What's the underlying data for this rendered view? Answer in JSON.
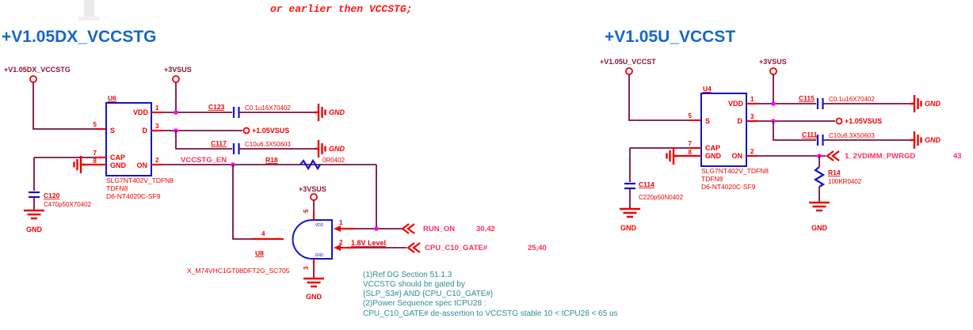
{
  "top_note": "or earlier then VCCSTG;",
  "colors": {
    "wire": "#7a1040",
    "component_red": "#ee0000",
    "net_pink": "#ff2e63",
    "symbol_blue": "#1414cc",
    "title_blue": "#1667c8",
    "note_teal": "#2f8c96",
    "junction_magenta": "#ff00ff"
  },
  "left": {
    "title": "+V1.05DX_VCCSTG",
    "terminal_label": "+V1.05DX_VCCSTG",
    "vsus_label": "+3VSUS",
    "vsus_out": "+1.05VSUS",
    "chip": {
      "ref": "U6",
      "vdd": "VDD",
      "s": "S",
      "d": "D",
      "cap": "CAP",
      "gnd": "GND",
      "on": "ON",
      "n1": "1",
      "n2": "2",
      "n3": "3",
      "n5": "5",
      "n7": "7",
      "n8": "8",
      "part1": "SLG7NT402V_TDFN8",
      "part2": "TDFN8",
      "part3": "D6-NT4020C-SF9"
    },
    "cap1": {
      "ref": "C123",
      "val": "C0.1u16X70402"
    },
    "cap2": {
      "ref": "C117",
      "val": "C10u6.3X50603"
    },
    "cap3": {
      "ref": "C120",
      "val": "C470p50X70402"
    },
    "res": {
      "ref": "R18",
      "val": "0R0402"
    },
    "net_en": "VCCSTG_EN",
    "gnd": "GND"
  },
  "gate": {
    "ref": "U8",
    "part": "X_M74VHC1GT08DFT2G_SC705",
    "vsus_label": "+3VSUS",
    "n1": "1",
    "n2": "2",
    "n3": "3",
    "n4": "4",
    "n5": "5",
    "inner_vdd": "VDD",
    "inner_gnd": "GND",
    "run_on": "RUN_ON",
    "run_on_pages": "30,42",
    "level_note": "1.8V Level",
    "gate_net": "CPU_C10_GATE#",
    "gate_pages": "25,40",
    "gnd": "GND"
  },
  "right": {
    "title": "+V1.05U_VCCST",
    "terminal_label": "+V1.05U_VCCST",
    "vsus_label": "+3VSUS",
    "vsus_out": "+1.05VSUS",
    "chip": {
      "ref": "U4",
      "vdd": "VDD",
      "s": "S",
      "d": "D",
      "cap": "CAP",
      "gnd": "GND",
      "on": "ON",
      "n1": "1",
      "n2": "2",
      "n3": "3",
      "n5": "5",
      "n7": "7",
      "n8": "8",
      "part1": "SLG7NT402V_TDFN8",
      "part2": "TDFN8",
      "part3": "D6-NT4020C-SF9"
    },
    "cap1": {
      "ref": "C115",
      "val": "C0.1u16X70402"
    },
    "cap2": {
      "ref": "C111",
      "val": "C10u6.3X50603"
    },
    "cap3": {
      "ref": "C114",
      "val": "C220p50N0402"
    },
    "res": {
      "ref": "R14",
      "val": "100KR0402"
    },
    "net_pwrgd": "1_2VDIMM_PWRGD",
    "pwrgd_page": "43",
    "gnd": "GND"
  },
  "footnote": {
    "line1": "(1)Ref DG Section 51.1.3",
    "line2": "VCCSTG should be gated by",
    "line3": "{SLP_S3#} AND {CPU_C10_GATE#}",
    "line4": "(2)Power Sequence spec tCPU28 :",
    "line5": "CPU_C10_GATE# de-assertion to VCCSTG stable 10 < tCPU28 < 65 us"
  }
}
